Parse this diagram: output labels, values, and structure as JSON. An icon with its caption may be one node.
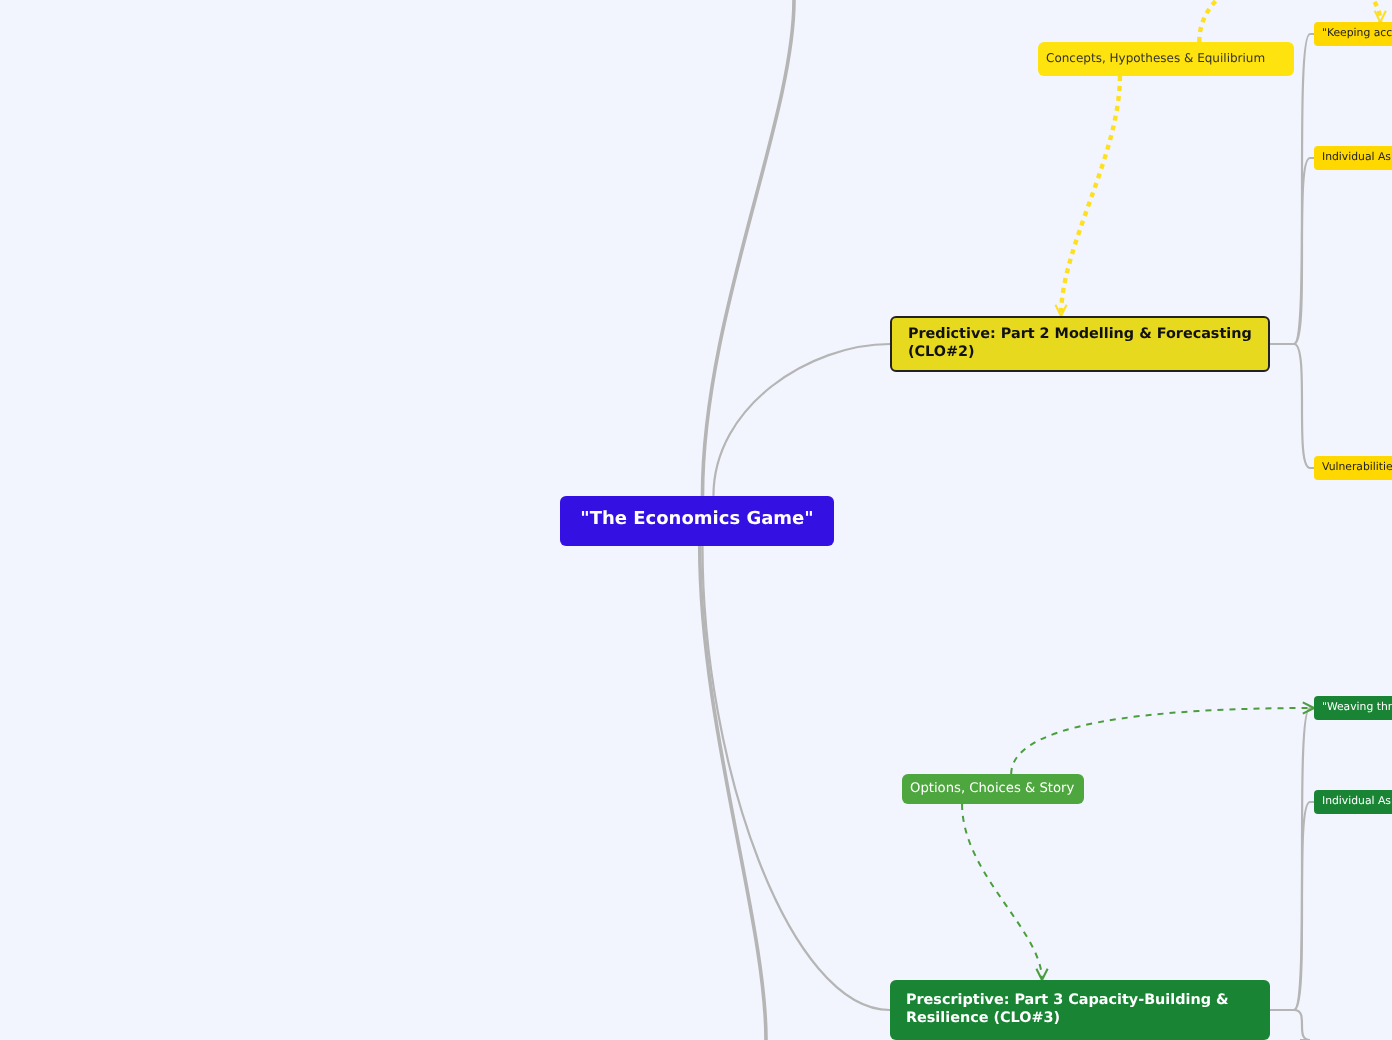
{
  "diagram": {
    "nodes": [
      {
        "text": [
          "\"The Economics Game\""
        ]
      },
      {
        "text": [
          "Concepts, Hypotheses & Equilibrium"
        ]
      },
      {
        "text": [
          "Predictive: Part 2 Modelling & Forecasting (CLO#2)"
        ]
      },
      {
        "text": [
          "\"Keeping acc"
        ]
      },
      {
        "text": [
          "Individual As"
        ]
      },
      {
        "text": [
          "Vulnerabilitie"
        ]
      },
      {
        "text": [
          "Options, Choices & Story"
        ]
      },
      {
        "text": [
          "Prescriptive: Part 3 Capacity-Building & Resilience (CLO#3)"
        ]
      },
      {
        "text": [
          "\"Weaving thr"
        ]
      },
      {
        "text": [
          "Individual As"
        ]
      }
    ],
    "edges": [
      {
        "from": 0,
        "to": null,
        "arrow": "none"
      },
      {
        "from": 0,
        "to": 2,
        "arrow": "none"
      },
      {
        "from": 0,
        "to": 7,
        "arrow": "none"
      },
      {
        "from": 0,
        "to": null,
        "arrow": "none"
      },
      {
        "from": 2,
        "to": 3,
        "arrow": "none"
      },
      {
        "from": 2,
        "to": 4,
        "arrow": "none"
      },
      {
        "from": 2,
        "to": 5,
        "arrow": "none"
      },
      {
        "from": 7,
        "to": 8,
        "arrow": "none"
      },
      {
        "from": 7,
        "to": 9,
        "arrow": "none"
      },
      {
        "from": 7,
        "to": null,
        "arrow": "none"
      },
      {
        "from": 1,
        "to": 3,
        "arrow": "to",
        "style": "dashed",
        "color": "#ffe020"
      },
      {
        "from": 1,
        "to": 2,
        "arrow": "to",
        "style": "dashed",
        "color": "#ffe020"
      },
      {
        "from": 6,
        "to": 8,
        "arrow": "to",
        "style": "dashed",
        "color": "#4a9e3c"
      },
      {
        "from": 6,
        "to": 7,
        "arrow": "to",
        "style": "dashed",
        "color": "#4a9e3c"
      }
    ]
  }
}
